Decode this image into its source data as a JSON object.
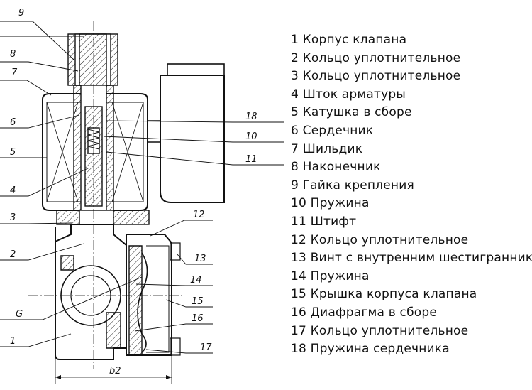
{
  "callouts": [
    "9",
    "8",
    "7",
    "6",
    "5",
    "4",
    "3",
    "2",
    "18",
    "10",
    "11",
    "12",
    "13",
    "14",
    "15",
    "16",
    "17"
  ],
  "dimension_labels": {
    "G": "G",
    "b2": "b2"
  },
  "legend": [
    "1 Корпус клапана",
    "2 Кольцо уплотнительное",
    "3 Кольцо уплотнительное",
    "4 Шток арматуры",
    "5 Катушка в сборе",
    "6 Сердечник",
    "7 Шильдик",
    "8 Наконечник",
    "9 Гайка крепления",
    "10 Пружина",
    "11 Штифт",
    "12 Кольцо уплотнительное",
    "13 Винт с внутренним шестигранником",
    "14 Пружина",
    "15 Крышка корпуса клапана",
    "16 Диафрагма в сборе",
    "17 Кольцо уплотнительное",
    "18 Пружина сердечника"
  ]
}
